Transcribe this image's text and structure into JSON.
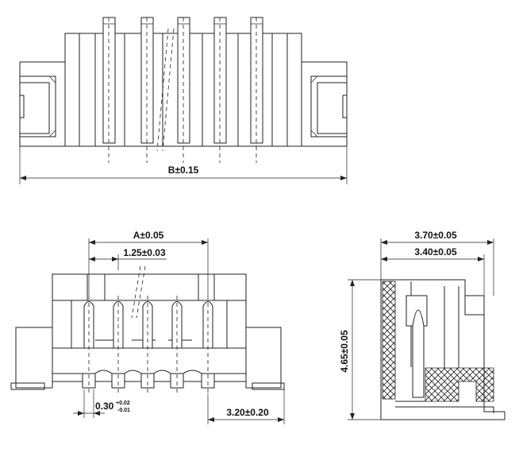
{
  "drawing": {
    "dimensions": {
      "b_total": "B±0.15",
      "a_span": "A±0.05",
      "pitch": "1.25±0.03",
      "pin_width_base": "0.30",
      "pin_width_tol_upper": "+0.02",
      "pin_width_tol_lower": "-0.01",
      "side_offset": "3.20±0.20",
      "depth_outer": "3.70±0.05",
      "depth_inner": "3.40±0.05",
      "height": "4.65±0.05"
    },
    "views": [
      "top-view",
      "front-view",
      "side-section-view"
    ],
    "pin_count": 5
  }
}
